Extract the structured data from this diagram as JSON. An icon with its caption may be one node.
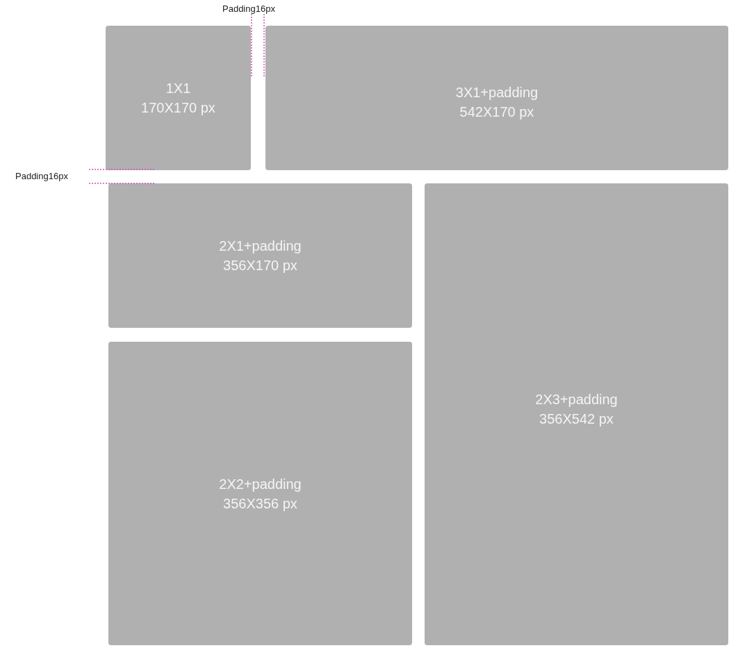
{
  "diagram": {
    "nodes": [
      {
        "text": [
          "1X1",
          "170X170 px"
        ]
      },
      {
        "text": [
          "3X1+padding",
          "542X170 px"
        ]
      },
      {
        "text": [
          "2X1+padding",
          "356X170 px"
        ]
      },
      {
        "text": [
          "2X3+padding",
          "356X542 px"
        ]
      },
      {
        "text": [
          "2X2+padding",
          "356X356 px"
        ]
      }
    ],
    "labels": [
      "Padding16px",
      "Padding16px"
    ]
  }
}
